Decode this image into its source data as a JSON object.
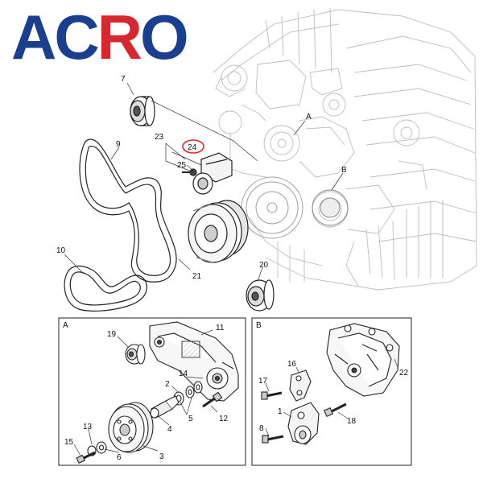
{
  "logo": {
    "text_blue": "AC",
    "text_red": "R",
    "text_blue2": "O",
    "color_blue": "#1b3f8f",
    "color_red": "#d6282e"
  },
  "main_callouts": {
    "c7": "7",
    "c9": "9",
    "c10": "10",
    "c21": "21",
    "c20": "20",
    "c23": "23",
    "c24": "24",
    "c25": "25",
    "cA": "A",
    "cB": "B"
  },
  "highlight_color": "#e0262a",
  "panel_a": {
    "letter": "A",
    "callouts": {
      "c19": "19",
      "c11": "11",
      "c14": "14",
      "c2": "2",
      "c5": "5",
      "c4": "4",
      "c12": "12",
      "c13": "13",
      "c15": "15",
      "c6": "6",
      "c3": "3"
    }
  },
  "panel_b": {
    "letter": "B",
    "callouts": {
      "c16": "16",
      "c22": "22",
      "c17": "17",
      "c1": "1",
      "c18": "18",
      "c8": "8"
    }
  }
}
